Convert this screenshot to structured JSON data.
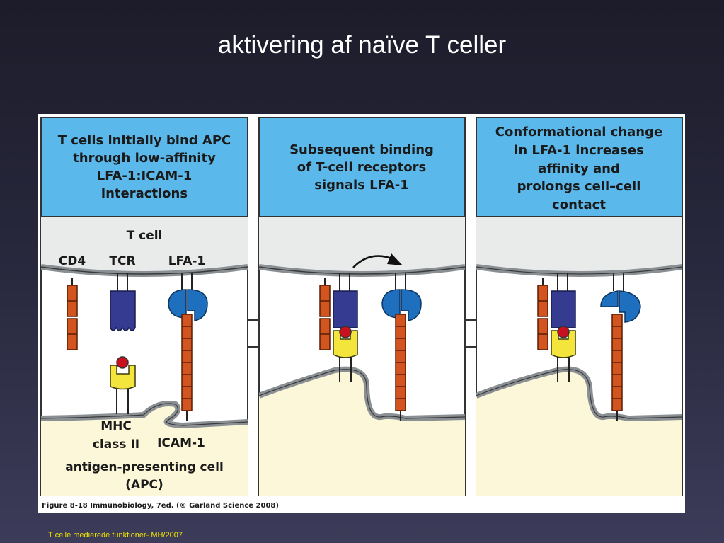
{
  "slide": {
    "title": "aktivering af naïve T celler",
    "footer": "T celle medierede funktioner- MH/2007"
  },
  "figure": {
    "panels": [
      {
        "caption": [
          "T cells initially bind APC",
          "through low-affinity",
          "LFA-1:ICAM-1",
          "interactions"
        ]
      },
      {
        "caption": [
          "Subsequent binding",
          "of T-cell receptors",
          "signals LFA-1"
        ]
      },
      {
        "caption": [
          "Conformational change",
          "in LFA-1 increases",
          "affinity and",
          "prolongs cell–cell",
          "contact"
        ]
      }
    ],
    "labels": {
      "t_cell": "T cell",
      "cd4": "CD4",
      "tcr": "TCR",
      "lfa1": "LFA-1",
      "mhc": [
        "MHC",
        "class II"
      ],
      "icam1": "ICAM-1",
      "apc": [
        "antigen-presenting cell",
        "(APC)"
      ]
    },
    "credit": "Figure 8-18 Immunobiology, 7ed. (© Garland Science 2008)"
  },
  "colors": {
    "caption_bg": "#5bb8ea",
    "tcell_bg": "#e9eaea",
    "apc_bg": "#fbf7d8",
    "membrane": "#8a8f93",
    "cd4_icam": "#d2541e",
    "tcr": "#353b90",
    "lfa1": "#1f6fbf",
    "mhc": "#f4e53c",
    "peptide": "#c8101e"
  }
}
